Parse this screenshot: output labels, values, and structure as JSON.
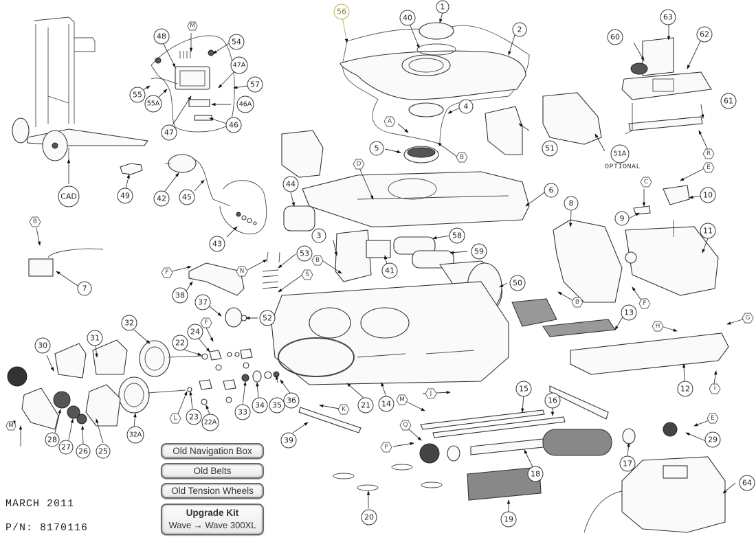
{
  "document": {
    "type": "Exploded parts diagram",
    "date_label": "MARCH 2011",
    "part_number_label": "P/N: 8170116",
    "optional_note": "OPTIONAL",
    "highlight_color": "#b8b04a"
  },
  "legend": {
    "items": [
      {
        "label": "Old Navigation Box"
      },
      {
        "label": "Old Belts"
      },
      {
        "label": "Old Tension Wheels"
      }
    ],
    "upgrade_kit": {
      "title": "Upgrade Kit",
      "from": "Wave",
      "arrow": "→",
      "to": "Wave 300XL"
    }
  },
  "callouts": {
    "c1": "1",
    "c2": "2",
    "c3": "3",
    "c4": "4",
    "c5": "5",
    "c6": "6",
    "c7": "7",
    "c8": "8",
    "c9": "9",
    "c10": "10",
    "c11": "11",
    "c12": "12",
    "c13": "13",
    "c14": "14",
    "c15": "15",
    "c16": "16",
    "c17": "17",
    "c18": "18",
    "c19": "19",
    "c20": "20",
    "c21": "21",
    "c22": "22",
    "c22A": "22A",
    "c23": "23",
    "c24": "24",
    "c25": "25",
    "c26": "26",
    "c27": "27",
    "c28": "28",
    "c29": "29",
    "c30": "30",
    "c31": "31",
    "c32": "32",
    "c32A": "32A",
    "c33": "33",
    "c34": "34",
    "c35": "35",
    "c36": "36",
    "c37": "37",
    "c38": "38",
    "c39": "39",
    "c40": "40",
    "c41": "41",
    "c42": "42",
    "c43": "43",
    "c44": "44",
    "c45": "45",
    "c46": "46",
    "c46A": "46A",
    "c47": "47",
    "c47A": "47A",
    "c48": "48",
    "c49": "49",
    "c50": "50",
    "c51": "51",
    "c51A": "51A",
    "c52": "52",
    "c53": "53",
    "c54": "54",
    "c55": "55",
    "c55A": "55A",
    "c56": "56",
    "c57": "57",
    "c58": "58",
    "c59": "59",
    "c60": "60",
    "c61": "61",
    "c62": "62",
    "c63": "63",
    "c64": "64",
    "cCAD": "CAD"
  },
  "hardware": {
    "A": "A",
    "B": "B",
    "C": "C",
    "D": "D",
    "E": "E",
    "F": "F",
    "G": "G",
    "H": "H",
    "I": "I",
    "J": "J",
    "K": "K",
    "L": "L",
    "M": "M",
    "N": "N",
    "P": "P",
    "Q": "Q",
    "R": "R",
    "S": "S"
  }
}
